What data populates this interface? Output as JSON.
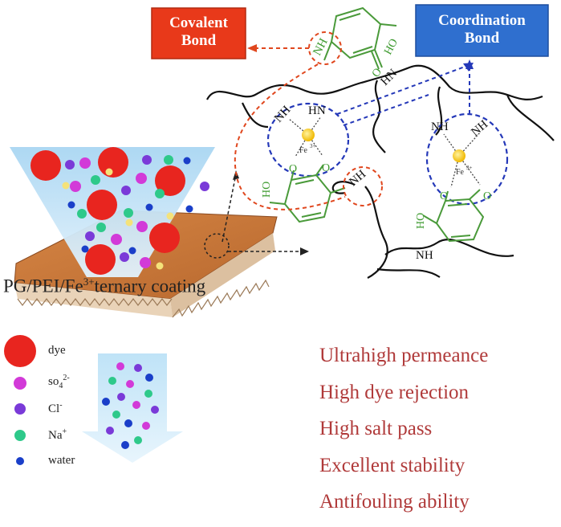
{
  "bond_labels": {
    "covalent": [
      "Covalent",
      "Bond"
    ],
    "coordination": [
      "Coordination",
      "Bond"
    ]
  },
  "coating_label": {
    "main": "PG/PEI/Fe",
    "sup": "3+",
    "rest": "ternary coating"
  },
  "legend": [
    {
      "name": "dye",
      "text": "dye",
      "sup": ""
    },
    {
      "name": "sulfate",
      "text": "so",
      "sub": "4",
      "sup": "2-"
    },
    {
      "name": "chloride",
      "text": "Cl",
      "sup": "-"
    },
    {
      "name": "sodium",
      "text": "Na",
      "sup": "+"
    },
    {
      "name": "water",
      "text": "water",
      "sup": ""
    }
  ],
  "properties": [
    "Ultrahigh permeance",
    "High dye rejection",
    "High salt pass",
    "Excellent stability",
    "Antifouling ability"
  ],
  "chem_labels": {
    "nh": "NH",
    "hn": "HN",
    "ho": "HO",
    "o": "O",
    "fe": "Fe",
    "fe_charge": "3+"
  },
  "colors": {
    "covalent_box": "#e8391a",
    "coordination_box": "#2f6fcf",
    "red_dashed": "#e0471e",
    "blue_dashed": "#2438b8",
    "green_ring": "#4a9a3a",
    "property_text": "#b03a3a",
    "funnel": "#bfe0f5",
    "coating": "#c8763a",
    "dye": "#e8251f",
    "sulfate": "#d23ad8",
    "chloride": "#7a3ad8",
    "sodium": "#2ec98a",
    "water": "#1a3fc9",
    "fe_ion": "#f2c400"
  }
}
